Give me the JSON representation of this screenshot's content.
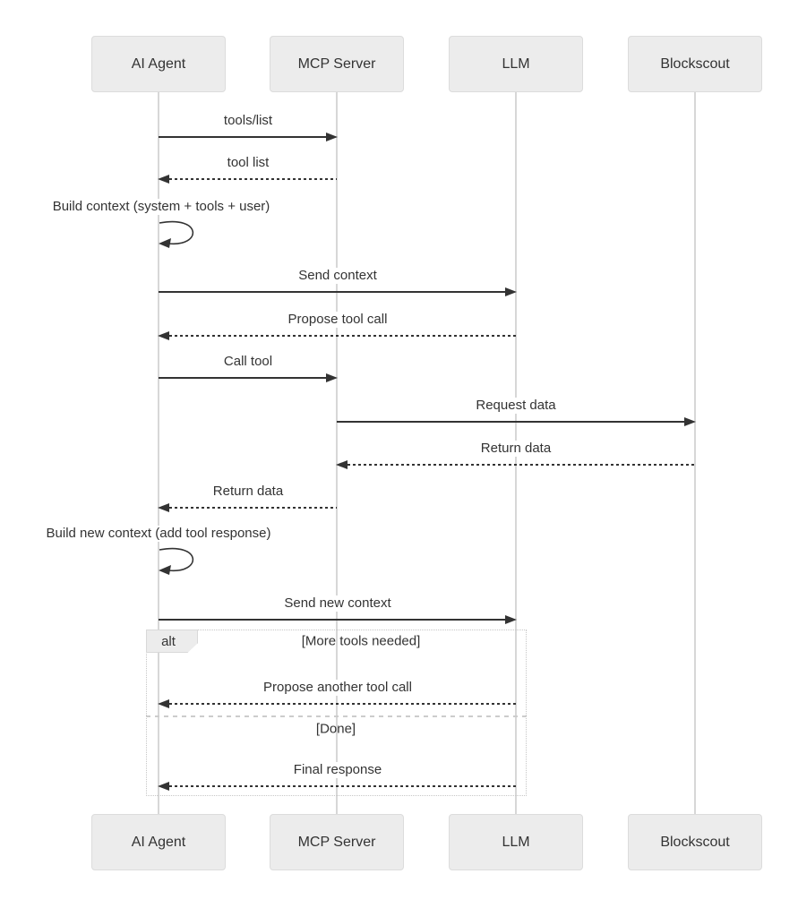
{
  "diagram": {
    "type": "sequence-diagram",
    "participants": [
      {
        "id": "ai-agent",
        "label": "AI Agent"
      },
      {
        "id": "mcp-server",
        "label": "MCP Server"
      },
      {
        "id": "llm",
        "label": "LLM"
      },
      {
        "id": "blockscout",
        "label": "Blockscout"
      }
    ],
    "messages": [
      {
        "label": "tools/list",
        "from": "AI Agent",
        "to": "MCP Server",
        "style": "solid"
      },
      {
        "label": "tool list",
        "from": "MCP Server",
        "to": "AI Agent",
        "style": "dashed"
      },
      {
        "label": "Build context (system + tools + user)",
        "from": "AI Agent",
        "to": "AI Agent",
        "style": "self-loop"
      },
      {
        "label": "Send context",
        "from": "AI Agent",
        "to": "LLM",
        "style": "solid"
      },
      {
        "label": "Propose tool call",
        "from": "LLM",
        "to": "AI Agent",
        "style": "dashed"
      },
      {
        "label": "Call tool",
        "from": "AI Agent",
        "to": "MCP Server",
        "style": "solid"
      },
      {
        "label": "Request data",
        "from": "MCP Server",
        "to": "Blockscout",
        "style": "solid"
      },
      {
        "label": "Return data",
        "from": "Blockscout",
        "to": "MCP Server",
        "style": "dashed"
      },
      {
        "label": "Return data",
        "from": "MCP Server",
        "to": "AI Agent",
        "style": "dashed"
      },
      {
        "label": "Build new context (add tool response)",
        "from": "AI Agent",
        "to": "AI Agent",
        "style": "self-loop"
      },
      {
        "label": "Send new context",
        "from": "AI Agent",
        "to": "LLM",
        "style": "solid"
      }
    ],
    "alt": {
      "keyword": "alt",
      "sections": [
        {
          "condition": "[More tools needed]",
          "message": {
            "label": "Propose another tool call",
            "from": "LLM",
            "to": "AI Agent",
            "style": "dashed"
          }
        },
        {
          "condition": "[Done]",
          "message": {
            "label": "Final response",
            "from": "LLM",
            "to": "AI Agent",
            "style": "dashed"
          }
        }
      ]
    },
    "colors": {
      "actor_fill": "#ececec",
      "actor_border": "#dcdcdc",
      "text": "#333333",
      "arrow": "#333333",
      "lifeline": "#d7d7d7",
      "frame_border": "#c6c6c6"
    }
  }
}
